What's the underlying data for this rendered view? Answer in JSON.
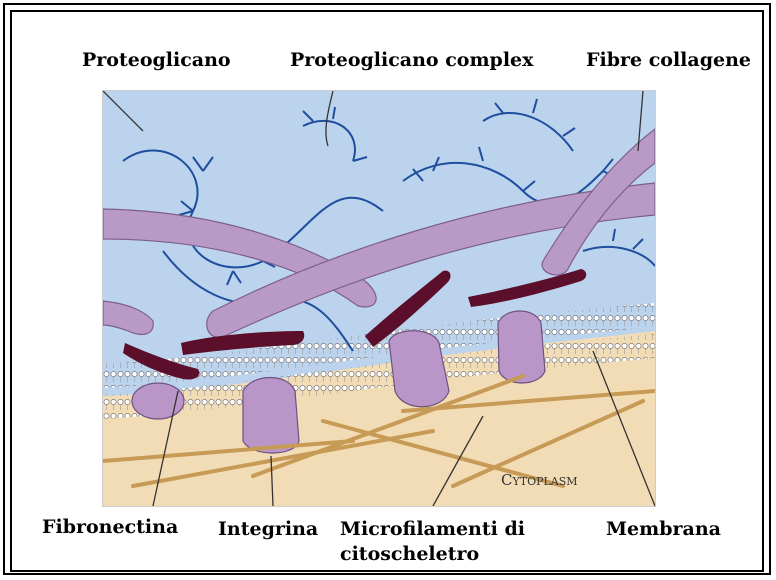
{
  "labels": {
    "top": {
      "proteoglicano": "Proteoglicano",
      "proteoglicano_complex": "Proteoglicano complex",
      "fibre_collagene": "Fibre collagene"
    },
    "bottom": {
      "fibronectina": "Fibronectina",
      "integrina": "Integrina",
      "microfilamenti_line1": "Microfilamenti di",
      "microfilamenti_line2": "citoscheletro",
      "membrana": "Membrana"
    },
    "inside": {
      "cytoplasm": "Cytoplasm"
    }
  },
  "colors": {
    "ecm_background": "#bcd3ee",
    "cytoplasm": "#f1dcb6",
    "collagen": "#b99ac6",
    "fibronectin": "#5b0f2a",
    "integrin": "#b996c7",
    "proteoglycan": "#1f4e9e",
    "microfilament": "#c79a55"
  }
}
